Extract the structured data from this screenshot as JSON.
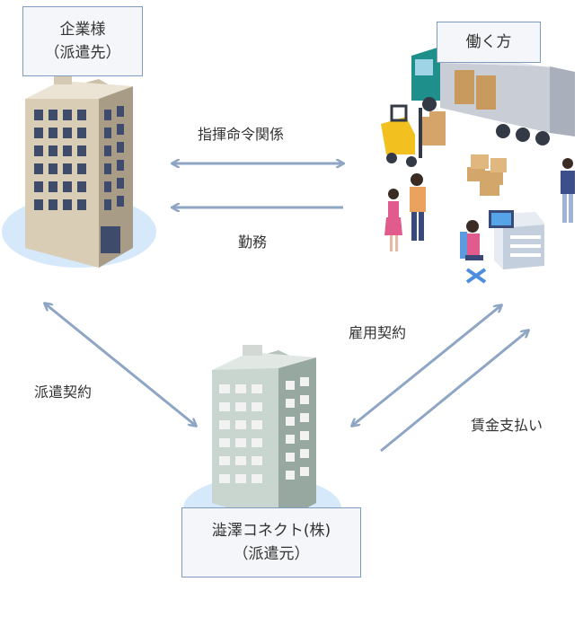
{
  "nodes": {
    "client": {
      "line1": "企業様",
      "line2": "（派遣先）"
    },
    "worker": {
      "line1": "働く方"
    },
    "agency": {
      "line1": "澁澤コネクト(株)",
      "line2": "（派遣元）"
    }
  },
  "relations": {
    "command": "指揮命令関係",
    "work": "勤務",
    "dispatch_contract": "派遣契約",
    "employment_contract": "雇用契約",
    "wage": "賃金支払い"
  },
  "colors": {
    "arrow": "#8ea6c4",
    "box_border": "#7f9cc0",
    "box_fill": "#f4f6f9",
    "floor": "#d6e9fa"
  }
}
